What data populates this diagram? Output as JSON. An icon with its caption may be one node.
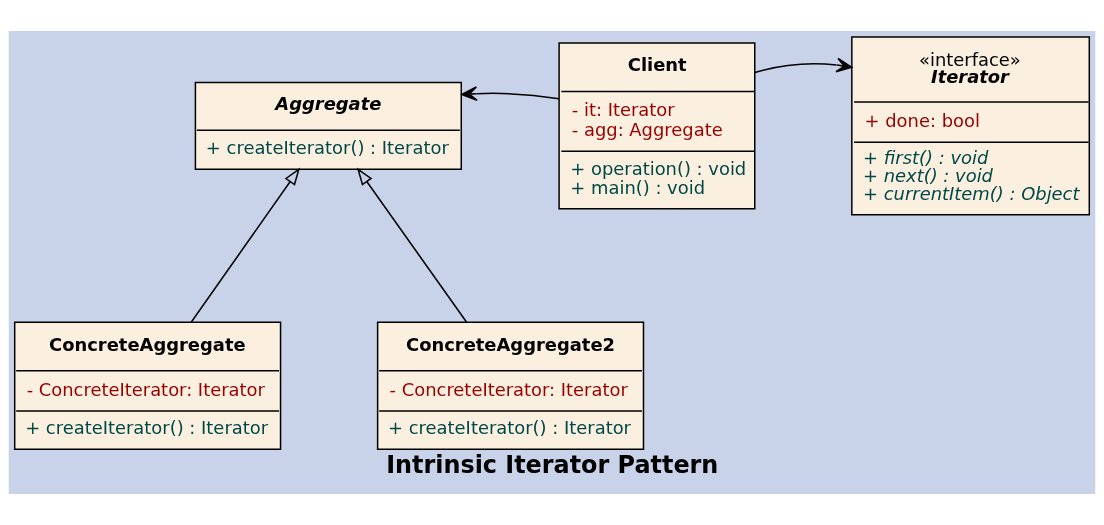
{
  "diagram": {
    "caption": "Intrinsic Iterator Pattern",
    "nodes": [
      {
        "text": [
          "Aggregate",
          "+ createIterator() : Iterator"
        ]
      },
      {
        "text": [
          "Client",
          "- it: Iterator",
          "- agg: Aggregate",
          "+ operation() : void",
          "+ main() : void"
        ]
      },
      {
        "text": [
          "«interface»",
          "Iterator",
          "+ done: bool",
          "+ first() : void",
          "+ next() : void",
          "+ currentItem() : Object"
        ]
      },
      {
        "text": [
          "ConcreteAggregate",
          "- ConcreteIterator: Iterator",
          "+ createIterator() : Iterator"
        ]
      },
      {
        "text": [
          "ConcreteAggregate2",
          "- ConcreteIterator: Iterator",
          "+ createIterator() : Iterator"
        ]
      }
    ],
    "edges": [
      {
        "from": 1,
        "to": 0,
        "arrow": "to"
      },
      {
        "from": 1,
        "to": 2,
        "arrow": "to"
      },
      {
        "from": 3,
        "to": 0,
        "arrow": "to"
      },
      {
        "from": 4,
        "to": 0,
        "arrow": "to"
      }
    ]
  }
}
